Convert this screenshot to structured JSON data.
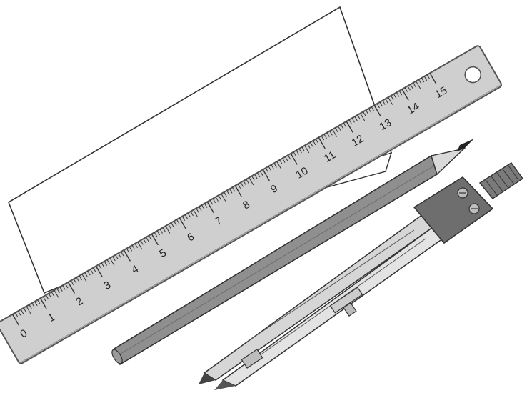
{
  "ruler": {
    "numbers": [
      "0",
      "1",
      "2",
      "3",
      "4",
      "5",
      "6",
      "7",
      "8",
      "9",
      "10",
      "11",
      "12",
      "13",
      "14",
      "15"
    ]
  },
  "colors": {
    "ruler_fill": "#cfcfcf",
    "ruler_edge": "#555555",
    "pencil_fill": "#8f8f8f",
    "pencil_wood": "#d9d9d9",
    "compass_head": "#6e6e6e",
    "compass_body": "#d6d6d6",
    "paper": "#ffffff",
    "line": "#333333"
  },
  "objects": [
    "paper-sheet",
    "steel-ruler",
    "pencil",
    "drawing-compass"
  ]
}
